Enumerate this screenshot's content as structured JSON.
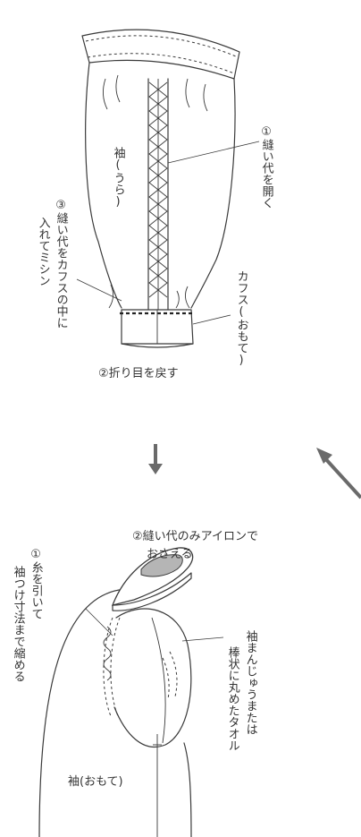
{
  "top": {
    "sleeve_back": "袖(うら)",
    "step1": "①縫い代を開く",
    "step3_line1": "③縫い代をカフスの中に",
    "step3_line2": "入れてミシン",
    "cuff_front": "カフス(おもて)",
    "step2": "②折り目を戻す"
  },
  "bottom": {
    "step2_line1": "②縫い代のみアイロンで",
    "step2_line2": "おさえる",
    "step1_line1": "①糸を引いて",
    "step1_line2": "袖つけ寸法まで縮める",
    "towel_line1": "袖まんじゅうまたは",
    "towel_line2": "棒状に丸めたタオル",
    "sleeve_front": "袖(おもて)"
  },
  "icons": [
    "down-arrow-icon",
    "diagonal-arrow-icon",
    "iron-icon"
  ],
  "colors": {
    "ink": "#3a3a3a",
    "arrow": "#6a6a6a",
    "iron_grip": "#b5b5b5"
  }
}
